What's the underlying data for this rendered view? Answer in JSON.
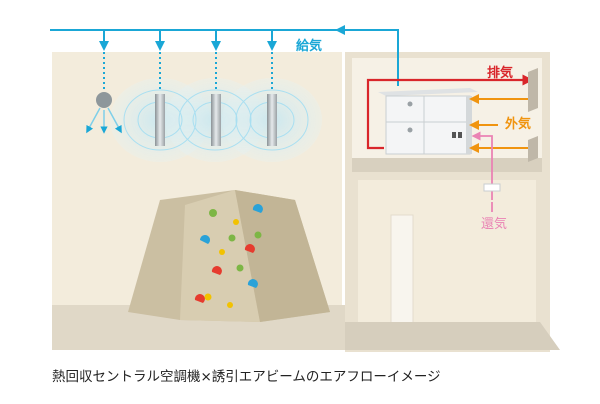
{
  "labels": {
    "supply": "給気",
    "exhaust": "排気",
    "outside": "外気",
    "return": "還気"
  },
  "caption": "熱回収セントラル空調機×誘引エアビームのエアフローイメージ",
  "colors": {
    "supply": "#1aa7d6",
    "exhaust": "#d9262b",
    "outside": "#f0940f",
    "return": "#ea83b4",
    "room_bg": "#f3ecdc",
    "wall": "#e7dfcf",
    "floor": "#d9d1c0",
    "climbing_wall": "#c9bd9e"
  },
  "icons": [
    "diffuser-icon",
    "air-beam-icon",
    "ahu-unit-icon",
    "return-grille-icon"
  ]
}
